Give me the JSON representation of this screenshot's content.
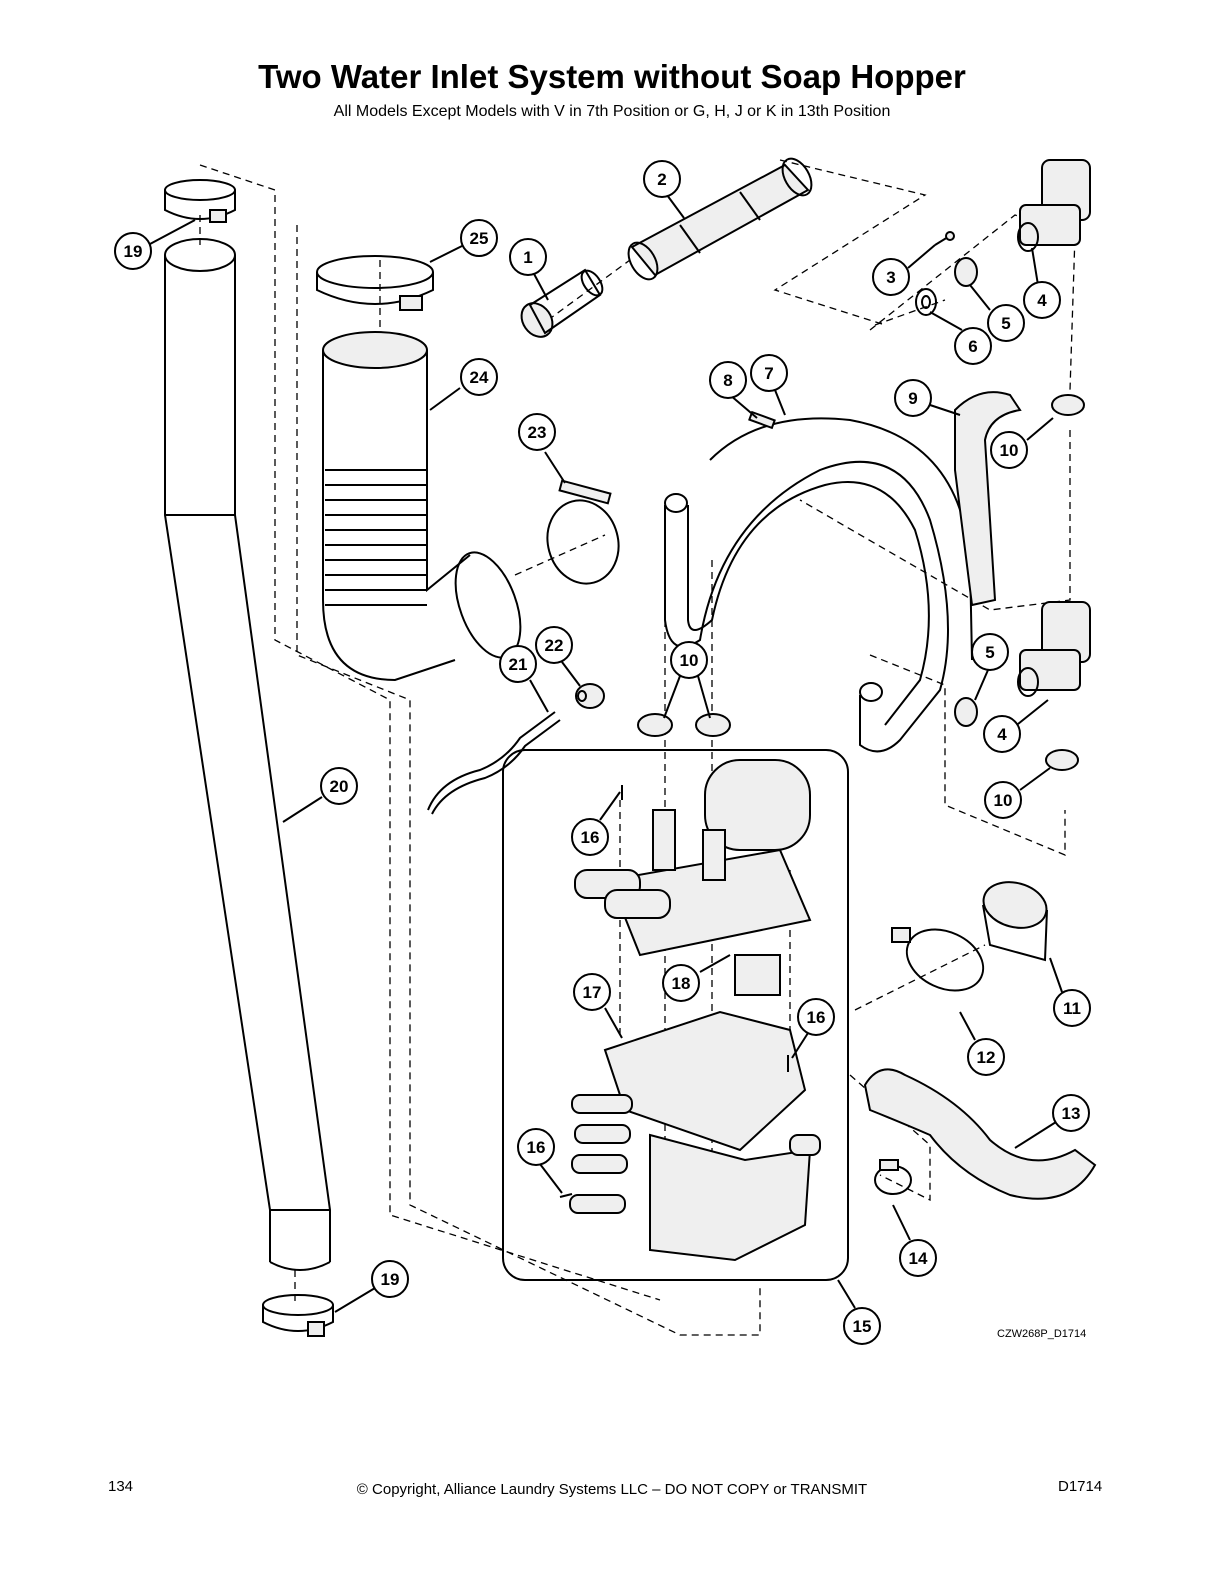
{
  "header": {
    "title": "Two Water Inlet System without Soap Hopper",
    "subtitle": "All Models Except Models with V in 7th Position or G, H, J or K in 13th Position"
  },
  "drawing_code": "CZW268P_D1714",
  "callouts": [
    "19",
    "25",
    "1",
    "2",
    "3",
    "4",
    "5",
    "6",
    "24",
    "8",
    "7",
    "9",
    "10",
    "23",
    "22",
    "21",
    "10",
    "5",
    "4",
    "10",
    "20",
    "16",
    "17",
    "18",
    "16",
    "12",
    "11",
    "16",
    "13",
    "14",
    "19",
    "15"
  ],
  "footer": {
    "page_number": "134",
    "copyright": "© Copyright, Alliance Laundry Systems LLC – DO NOT COPY or TRANSMIT",
    "doc_id": "D1714"
  }
}
